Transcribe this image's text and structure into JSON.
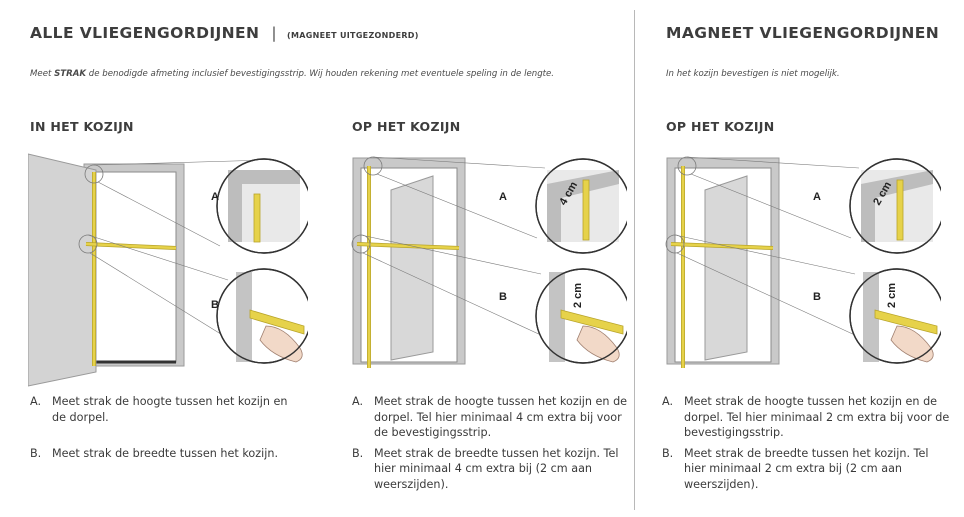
{
  "left": {
    "title": "ALLE VLIEGENGORDIJNEN",
    "separator": "|",
    "subtitle": "(MAGNEET UITGEZONDERD)",
    "intro_pre": "Meet ",
    "intro_bold": "STRAK",
    "intro_post": " de benodigde afmeting inclusief bevestigingsstrip. Wij houden rekening met eventuele speling in de lengte."
  },
  "right": {
    "title": "MAGNEET VLIEGENGORDIJNEN",
    "intro": "In het kozijn bevestigen is niet mogelijk."
  },
  "columns": [
    {
      "heading": "IN HET KOZIJN",
      "callout_a": "A",
      "callout_b": "B",
      "measure_a": "",
      "measure_b": "",
      "steps": [
        {
          "letter": "A.",
          "text": "Meet strak de hoogte tussen het kozijn en de dorpel."
        },
        {
          "letter": "B.",
          "text": "Meet strak de breedte tussen het kozijn."
        }
      ]
    },
    {
      "heading": "OP HET KOZIJN",
      "callout_a": "A",
      "callout_b": "B",
      "measure_a": "4 cm",
      "measure_b": "2 cm",
      "steps": [
        {
          "letter": "A.",
          "text": "Meet strak de hoogte tussen het kozijn en de dorpel. Tel hier minimaal 4 cm extra bij voor de bevestigingsstrip."
        },
        {
          "letter": "B.",
          "text": "Meet strak de breedte tussen het kozijn. Tel hier minimaal 4 cm extra bij (2 cm aan weerszijden)."
        }
      ]
    },
    {
      "heading": "OP HET KOZIJN",
      "callout_a": "A",
      "callout_b": "B",
      "measure_a": "2 cm",
      "measure_b": "2 cm",
      "steps": [
        {
          "letter": "A.",
          "text": "Meet strak de hoogte tussen het kozijn en de dorpel. Tel hier minimaal 2 cm extra bij voor de bevestigingsstrip."
        },
        {
          "letter": "B.",
          "text": "Meet strak de breedte tussen het kozijn. Tel hier minimaal 2 cm extra bij (2 cm aan weerszijden)."
        }
      ]
    }
  ],
  "colors": {
    "tape": "#e6d24a",
    "tape_edge": "#b8a42a",
    "frame": "#c9c9c9",
    "door": "#d3d3d3",
    "line": "#7a7a7a",
    "divider": "#b8b8b8"
  }
}
